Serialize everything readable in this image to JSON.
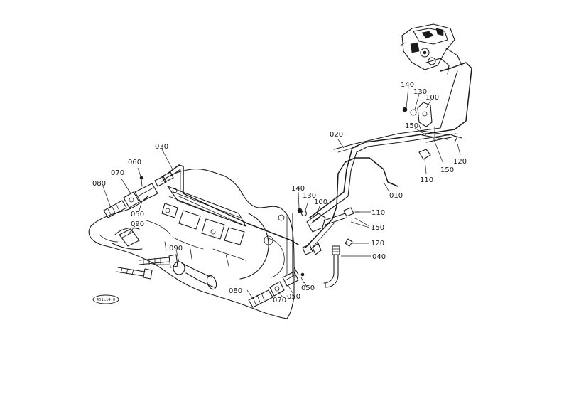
{
  "diagram": {
    "colors": {
      "ink": "#1a1a1a",
      "paper": "#ffffff"
    },
    "callouts": {
      "c010": "010",
      "c020": "020",
      "c030": "030",
      "c040": "040",
      "c050_a": "050",
      "c050_b": "050",
      "c050_c": "050",
      "c060": "060",
      "c070_a": "070",
      "c070_b": "070",
      "c080_a": "080",
      "c080_b": "080",
      "c090_a": "090",
      "c090_b": "090",
      "c100_a": "100",
      "c100_b": "100",
      "c110_a": "110",
      "c110_b": "110",
      "c120_a": "120",
      "c120_b": "120",
      "c130_a": "130",
      "c130_b": "130",
      "c140_a": "140",
      "c140_b": "140",
      "c150_a": "150",
      "c150_b": "150",
      "c150_c": "150"
    },
    "badge": {
      "text": "4D1L14-0"
    }
  }
}
